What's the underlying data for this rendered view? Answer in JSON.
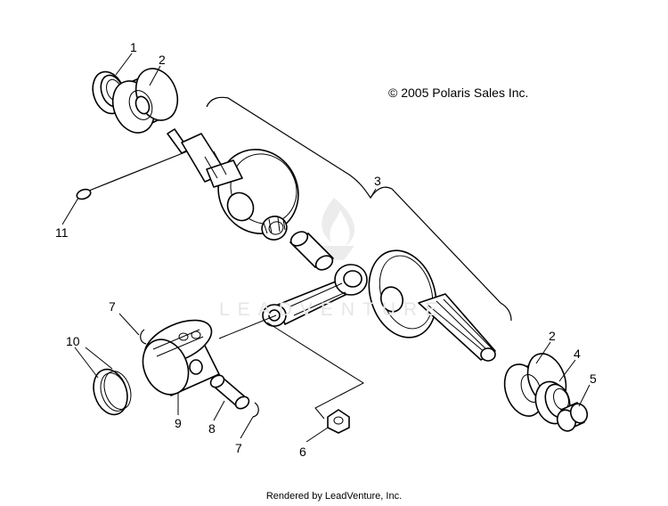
{
  "diagram": {
    "copyright": "© 2005 Polaris Sales Inc.",
    "footer": "Rendered by LeadVenture, Inc.",
    "watermark": "LEADVENTURE",
    "callouts": [
      {
        "id": "c1",
        "text": "1"
      },
      {
        "id": "c2a",
        "text": "2"
      },
      {
        "id": "c3",
        "text": "3"
      },
      {
        "id": "c11",
        "text": "11"
      },
      {
        "id": "c7a",
        "text": "7"
      },
      {
        "id": "c10",
        "text": "10"
      },
      {
        "id": "c9",
        "text": "9"
      },
      {
        "id": "c8",
        "text": "8"
      },
      {
        "id": "c7b",
        "text": "7"
      },
      {
        "id": "c6",
        "text": "6"
      },
      {
        "id": "c2b",
        "text": "2"
      },
      {
        "id": "c4",
        "text": "4"
      },
      {
        "id": "c5",
        "text": "5"
      }
    ]
  }
}
